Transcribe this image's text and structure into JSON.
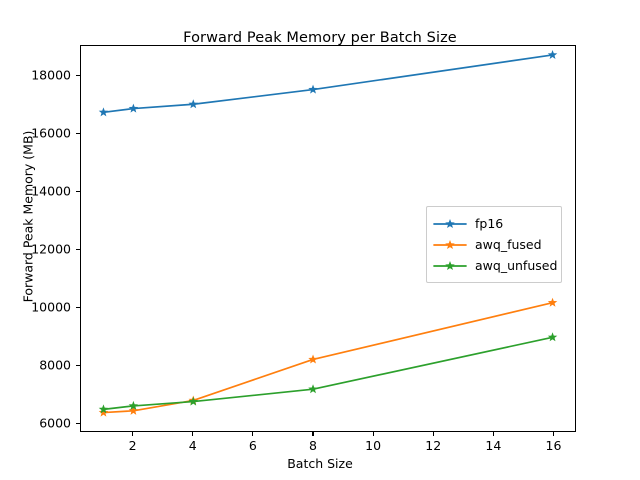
{
  "chart_data": {
    "type": "line",
    "title": "Forward Peak Memory per Batch Size",
    "xlabel": "Batch Size",
    "ylabel": "Forward Peak Memory (MB)",
    "x": [
      1,
      2,
      4,
      8,
      16
    ],
    "xlim": [
      0.25,
      16.75
    ],
    "ylim": [
      5700,
      19050
    ],
    "xticks": [
      2,
      4,
      6,
      8,
      10,
      12,
      14,
      16
    ],
    "xticklabels": [
      "2",
      "4",
      "6",
      "8",
      "10",
      "12",
      "14",
      "16"
    ],
    "yticks": [
      6000,
      8000,
      10000,
      12000,
      14000,
      16000,
      18000
    ],
    "yticklabels": [
      "6000",
      "8000",
      "10000",
      "12000",
      "14000",
      "16000",
      "18000"
    ],
    "grid": false,
    "marker": "star",
    "legend_position": "center right",
    "series": [
      {
        "name": "fp16",
        "color": "#1f77b4",
        "values": [
          16750,
          16880,
          17030,
          17540,
          18740
        ]
      },
      {
        "name": "awq_fused",
        "color": "#ff7f0e",
        "values": [
          6340,
          6400,
          6760,
          8180,
          10150
        ]
      },
      {
        "name": "awq_unfused",
        "color": "#2ca02c",
        "values": [
          6450,
          6570,
          6720,
          7150,
          8950
        ]
      }
    ]
  },
  "legend": {
    "entries": [
      {
        "label": "fp16"
      },
      {
        "label": "awq_fused"
      },
      {
        "label": "awq_unfused"
      }
    ]
  }
}
